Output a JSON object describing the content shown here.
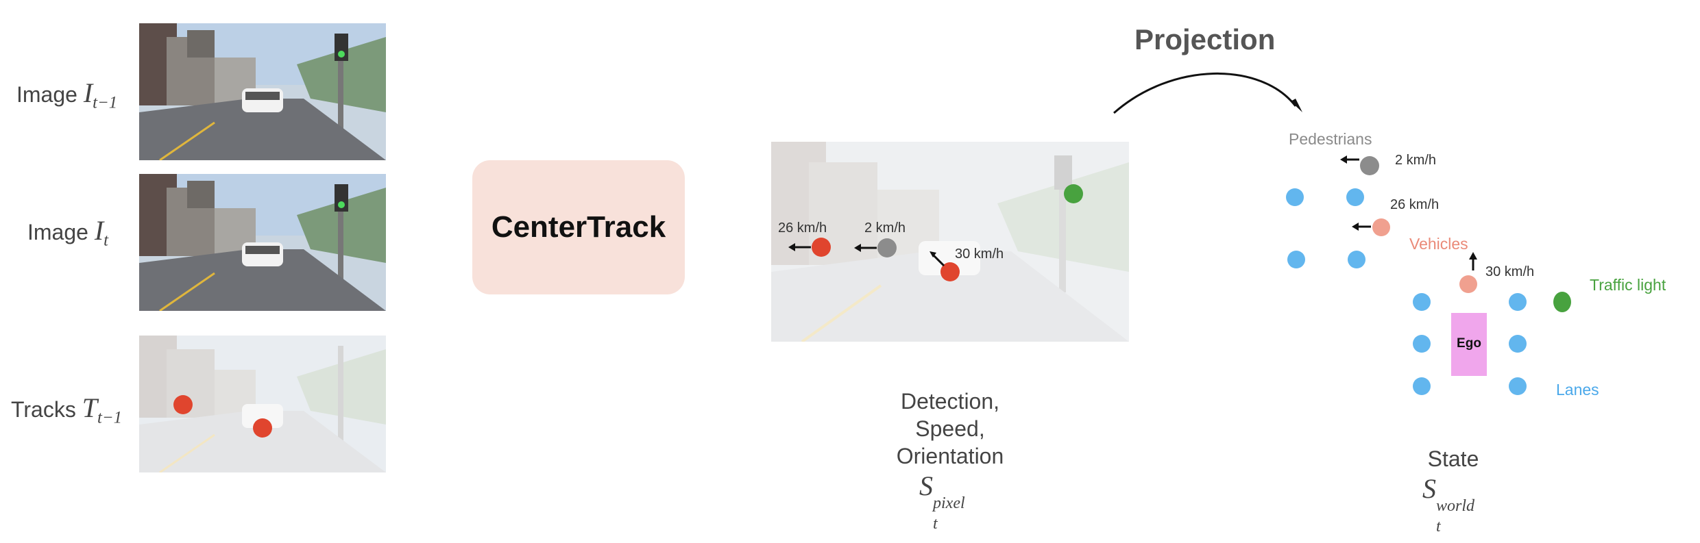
{
  "inputs": {
    "prev_image_label": "Image",
    "prev_image_symbol": "I",
    "prev_image_sub": "t−1",
    "cur_image_label": "Image",
    "cur_image_symbol": "I",
    "cur_image_sub": "t",
    "tracks_label": "Tracks",
    "tracks_symbol": "T",
    "tracks_sub": "t−1"
  },
  "model": {
    "name": "CenterTrack"
  },
  "detection": {
    "speed_labels": [
      "26 km/h",
      "2 km/h",
      "30 km/h"
    ],
    "caption_lines": [
      "Detection,",
      "Speed,",
      "Orientation"
    ],
    "symbol": "S",
    "symbol_sub": "t",
    "symbol_sup": "pixel"
  },
  "projection": {
    "title": "Projection"
  },
  "world": {
    "pedestrians_label": "Pedestrians",
    "pedestrian_speed": "2 km/h",
    "vehicle_speed_1": "26 km/h",
    "vehicles_label": "Vehicles",
    "vehicle_speed_2": "30 km/h",
    "traffic_light_label": "Traffic light",
    "ego_label": "Ego",
    "lanes_label": "Lanes",
    "caption": "State",
    "symbol": "S",
    "symbol_sub": "t",
    "symbol_sup": "world"
  },
  "colors": {
    "detection_red": "#e0452e",
    "pedestrian_grey": "#8c8c8c",
    "vehicle_salmon": "#f0a08f",
    "traffic_green": "#48a23f",
    "lane_blue": "#62b6ee",
    "ego_pink": "#f0a6ec",
    "box_fill": "#f8e1da"
  }
}
